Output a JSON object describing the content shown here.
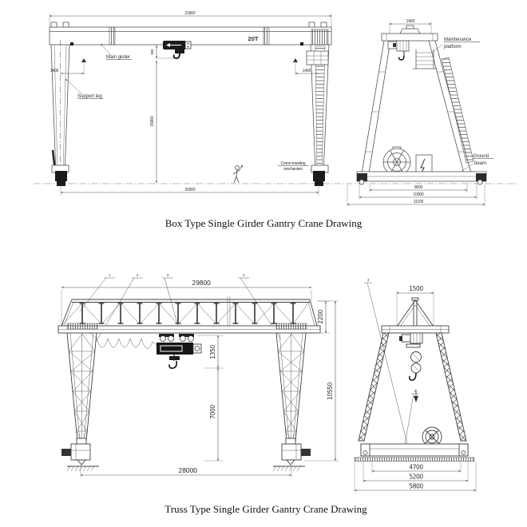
{
  "colors": {
    "background": "#ffffff",
    "line_top_drawing": "#565656",
    "line_bottom_drawing": "#414141",
    "text": "#2e2e2e",
    "caption_text": "#111111"
  },
  "box_crane": {
    "caption": "Box Type Single Girder Gantry Crane Drawing",
    "front": {
      "dim_span_top": "21800",
      "capacity": "20T",
      "label_main_girder": "Main girder",
      "label_support_leg": "Support leg",
      "dim_leg_offset_left": "1400",
      "dim_leg_offset_right": "1400",
      "dim_hoist": "850",
      "dim_height": "15000",
      "dim_span_rail": "20000",
      "label_travel_1": "Crane traveling",
      "label_travel_2": "mechanism"
    },
    "side": {
      "dim_width_top": "2400",
      "label_platform_1": "Maintenance",
      "label_platform_2": "platform",
      "label_ground_1": "Ground",
      "label_ground_2": "beam",
      "dim_wheelbase": "9000",
      "dim_base": "10000",
      "dim_overall": "11100"
    }
  },
  "truss_crane": {
    "caption": "Truss Type Single Girder Gantry Crane Drawing",
    "front": {
      "dim_span_top": "29800",
      "dim_girder_height": "2200",
      "dim_hoist": "1350",
      "dim_clearance": "7000",
      "dim_total_height": "10550",
      "dim_span_rail": "28000",
      "callout_1": "1",
      "callout_2": "2",
      "callout_3": "3",
      "callout_4": "4"
    },
    "side": {
      "dim_width_top": "1500",
      "callout_a": "4",
      "callout_b": "4",
      "dim_inner": "4700",
      "dim_mid": "5200",
      "dim_outer": "5800"
    }
  }
}
